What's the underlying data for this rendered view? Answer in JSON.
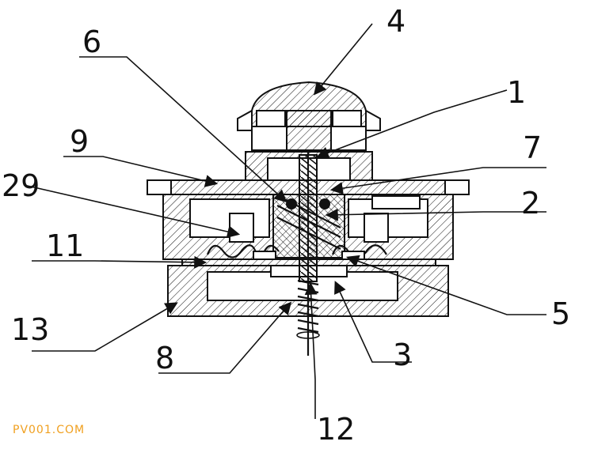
{
  "labels": {
    "n4": "4",
    "n6": "6",
    "n1": "1",
    "n9": "9",
    "n7": "7",
    "n29": "29",
    "n2": "2",
    "n11": "11",
    "n5": "5",
    "n13": "13",
    "n3": "3",
    "n8": "8",
    "n12": "12"
  },
  "watermark": "PV001.COM",
  "colors": {
    "ink": "#111111",
    "watermark": "#f0a020",
    "background": "#ffffff"
  }
}
